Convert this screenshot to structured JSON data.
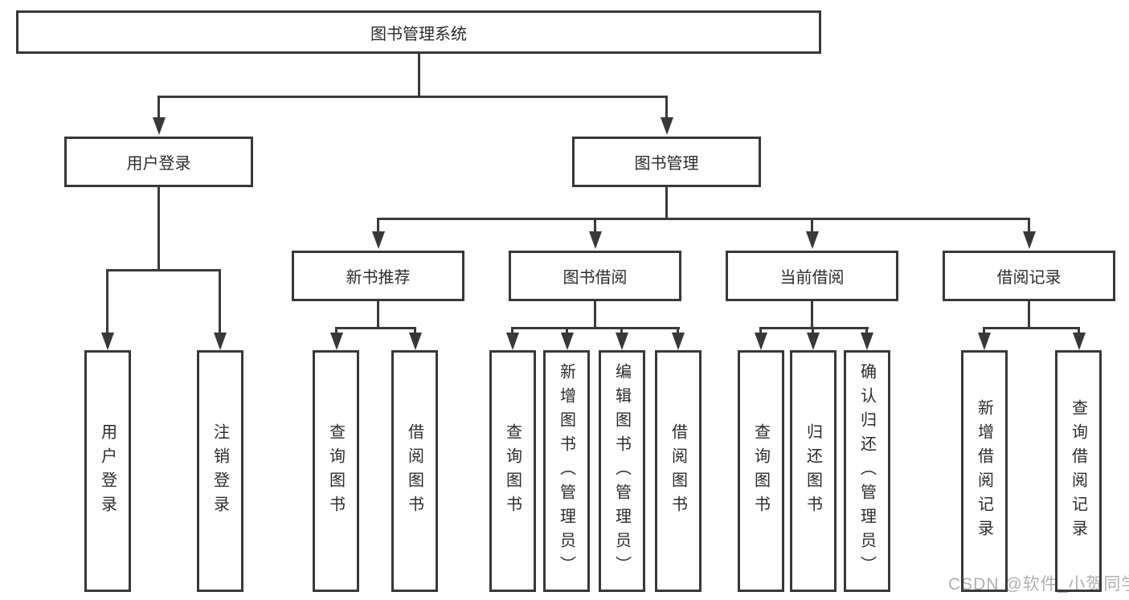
{
  "tree": {
    "root": "图书管理系统",
    "level2": {
      "user_login": "用户登录",
      "book_management": "图书管理"
    },
    "level3": {
      "new_book_recommend": "新书推荐",
      "book_borrowing": "图书借阅",
      "current_borrowing": "当前借阅",
      "borrowing_records": "借阅记录"
    },
    "leaves": {
      "user_login": "用户登录",
      "logout": "注销登录",
      "nbr_query_books": "查询图书",
      "nbr_borrow_books": "借阅图书",
      "bb_query_books": "查询图书",
      "bb_add_books_admin": "新增图书（管理员）",
      "bb_edit_books_admin": "编辑图书（管理员）",
      "bb_borrow_books": "借阅图书",
      "cb_query_books": "查询图书",
      "cb_return_books": "归还图书",
      "cb_confirm_return_admin": "确认归还（管理员）",
      "br_add_record": "新增借阅记录",
      "br_query_record": "查询借阅记录"
    }
  },
  "watermark": "CSDN @软件_小贺同学",
  "colors": {
    "line": "#3a3a3a",
    "border": "#383838",
    "text": "#2b2b2b",
    "watermark": "#b0b0b0",
    "background": "#ffffff"
  }
}
